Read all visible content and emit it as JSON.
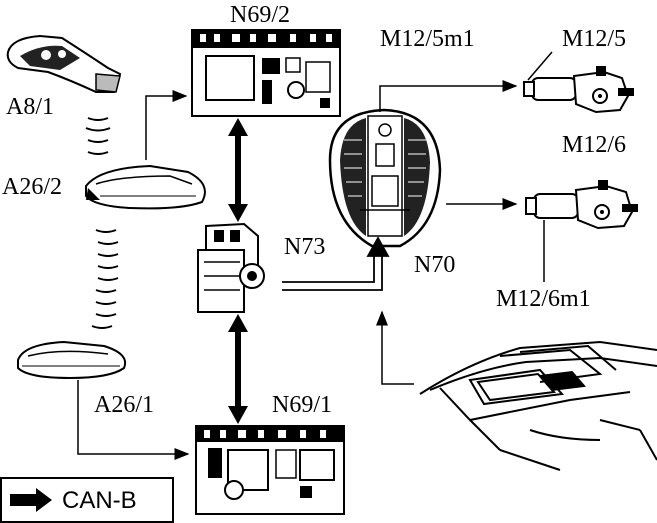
{
  "labels": {
    "a8_1": "A8/1",
    "a26_2": "A26/2",
    "a26_1": "A26/1",
    "n69_2": "N69/2",
    "n69_1": "N69/1",
    "n73": "N73",
    "n70": "N70",
    "m12_5m1": "M12/5m1",
    "m12_5": "M12/5",
    "m12_6": "M12/6",
    "m12_6m1": "M12/6m1"
  },
  "legend": {
    "can_b_label": "CAN-B",
    "can_b_icon": "double-line-arrow-icon"
  }
}
